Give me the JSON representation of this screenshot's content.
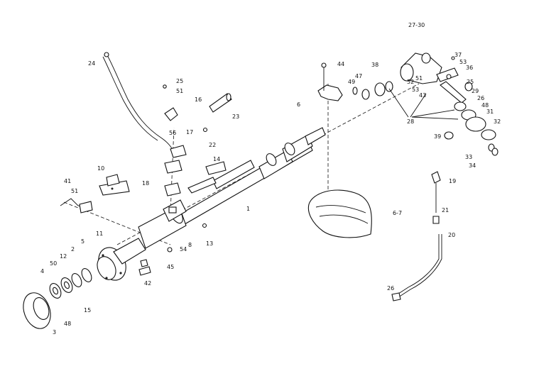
{
  "colors": {
    "ink": "#111111",
    "paper": "#ffffff"
  },
  "figure_code": "6-7",
  "callouts": [
    {
      "id": "c-27-30",
      "text": "27-30"
    },
    {
      "id": "c-37",
      "text": "37"
    },
    {
      "id": "c-53a",
      "text": "53"
    },
    {
      "id": "c-36",
      "text": "36"
    },
    {
      "id": "c-44",
      "text": "44"
    },
    {
      "id": "c-38",
      "text": "38"
    },
    {
      "id": "c-49",
      "text": "49"
    },
    {
      "id": "c-47",
      "text": "47"
    },
    {
      "id": "c-6a",
      "text": "6"
    },
    {
      "id": "c-24",
      "text": "24"
    },
    {
      "id": "c-25",
      "text": "25"
    },
    {
      "id": "c-51a",
      "text": "51"
    },
    {
      "id": "c-16",
      "text": "16"
    },
    {
      "id": "c-23",
      "text": "23"
    },
    {
      "id": "c-56",
      "text": "56"
    },
    {
      "id": "c-17",
      "text": "17"
    },
    {
      "id": "c-22",
      "text": "22"
    },
    {
      "id": "c-14",
      "text": "14"
    },
    {
      "id": "c-10",
      "text": "10"
    },
    {
      "id": "c-18",
      "text": "18"
    },
    {
      "id": "c-41",
      "text": "41"
    },
    {
      "id": "c-51b",
      "text": "51"
    },
    {
      "id": "c-1",
      "text": "1"
    },
    {
      "id": "c-11",
      "text": "11"
    },
    {
      "id": "c-5",
      "text": "5"
    },
    {
      "id": "c-2",
      "text": "2"
    },
    {
      "id": "c-12",
      "text": "12"
    },
    {
      "id": "c-50",
      "text": "50"
    },
    {
      "id": "c-4",
      "text": "4"
    },
    {
      "id": "c-15",
      "text": "15"
    },
    {
      "id": "c-48a",
      "text": "48"
    },
    {
      "id": "c-3",
      "text": "3"
    },
    {
      "id": "c-13",
      "text": "13"
    },
    {
      "id": "c-54",
      "text": "54"
    },
    {
      "id": "c-8",
      "text": "8"
    },
    {
      "id": "c-45",
      "text": "45"
    },
    {
      "id": "c-42",
      "text": "42"
    },
    {
      "id": "c-52",
      "text": "52"
    },
    {
      "id": "c-43",
      "text": "43"
    },
    {
      "id": "c-28",
      "text": "28"
    },
    {
      "id": "c-51c",
      "text": "51"
    },
    {
      "id": "c-53b",
      "text": "53"
    },
    {
      "id": "c-26",
      "text": "26"
    },
    {
      "id": "c-29",
      "text": "29"
    },
    {
      "id": "c-25b",
      "text": "25"
    },
    {
      "id": "c-48b",
      "text": "48"
    },
    {
      "id": "c-31",
      "text": "31"
    },
    {
      "id": "c-32",
      "text": "32"
    },
    {
      "id": "c-39",
      "text": "39"
    },
    {
      "id": "c-33",
      "text": "33"
    },
    {
      "id": "c-34",
      "text": "34"
    },
    {
      "id": "c-19",
      "text": "19"
    },
    {
      "id": "c-21",
      "text": "21"
    },
    {
      "id": "c-20",
      "text": "20"
    },
    {
      "id": "c-26b",
      "text": "26"
    }
  ]
}
